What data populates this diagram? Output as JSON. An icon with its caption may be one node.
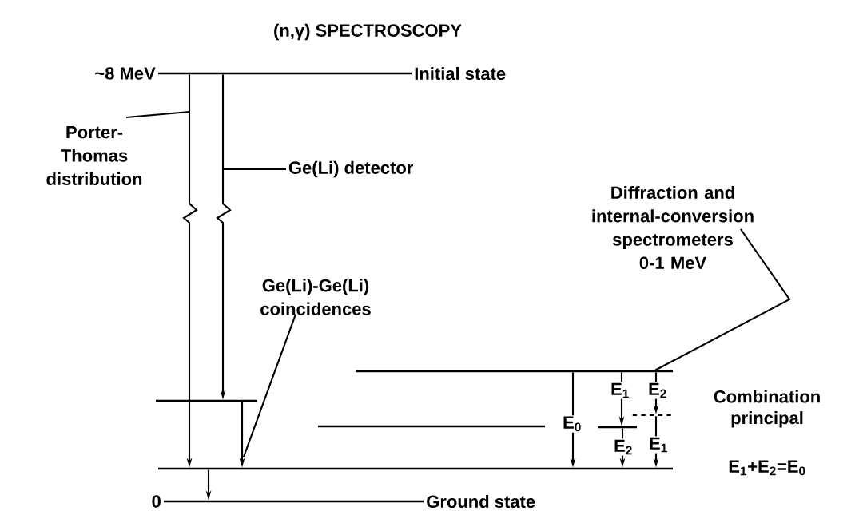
{
  "diagram": {
    "title": "(n,γ) SPECTROSCOPY",
    "nodes": [
      {
        "text": [],
        "shape": "bar",
        "beside": [
          "~8 MeV",
          "Initial state"
        ]
      },
      {
        "text": [
          "Porter-Thomas distribution"
        ]
      },
      {
        "text": [
          "Ge(Li) detector"
        ]
      },
      {
        "text": [],
        "shape": "bar"
      },
      {
        "text": [
          "Ge(Li)-Ge(Li) coincidences"
        ]
      },
      {
        "text": [
          "Diffraction and internal-conversion spectrometers",
          "0-1 MeV"
        ]
      },
      {
        "text": [],
        "shape": "bar"
      },
      {
        "text": [],
        "shape": "bar"
      },
      {
        "text": [],
        "shape": "bar"
      },
      {
        "text": [],
        "shape": "bar"
      },
      {
        "text": [],
        "shape": "bar"
      },
      {
        "text": [],
        "shape": "bar",
        "beside": [
          "0",
          "Ground state"
        ]
      }
    ],
    "edges": [
      {
        "from": 0,
        "to": 10,
        "arrow": "to"
      },
      {
        "from": 0,
        "to": 3,
        "arrow": "to"
      },
      {
        "from": 3,
        "to": 10,
        "arrow": "to"
      },
      {
        "from": 10,
        "to": 11,
        "arrow": "to"
      },
      {
        "from": 1,
        "to": null,
        "arrow": "none"
      },
      {
        "from": 2,
        "to": null,
        "arrow": "none"
      },
      {
        "from": 4,
        "to": null,
        "arrow": "none"
      },
      {
        "from": 5,
        "to": 6,
        "arrow": "none"
      },
      {
        "from": 6,
        "to": 10,
        "arrow": "to",
        "label": "E$_{0}$"
      },
      {
        "from": 6,
        "to": 8,
        "arrow": "to",
        "label": "E$_{1}$"
      },
      {
        "from": 8,
        "to": 10,
        "arrow": "to",
        "label": "E$_{2}$"
      },
      {
        "from": 6,
        "to": 9,
        "arrow": "to",
        "label": "E$_{2}$"
      },
      {
        "from": 9,
        "to": 10,
        "arrow": "to",
        "label": "E$_{1}$"
      }
    ],
    "labels": [
      "Combination principal",
      "E$_{1}$+E$_{2}$=E$_{0}$"
    ]
  }
}
